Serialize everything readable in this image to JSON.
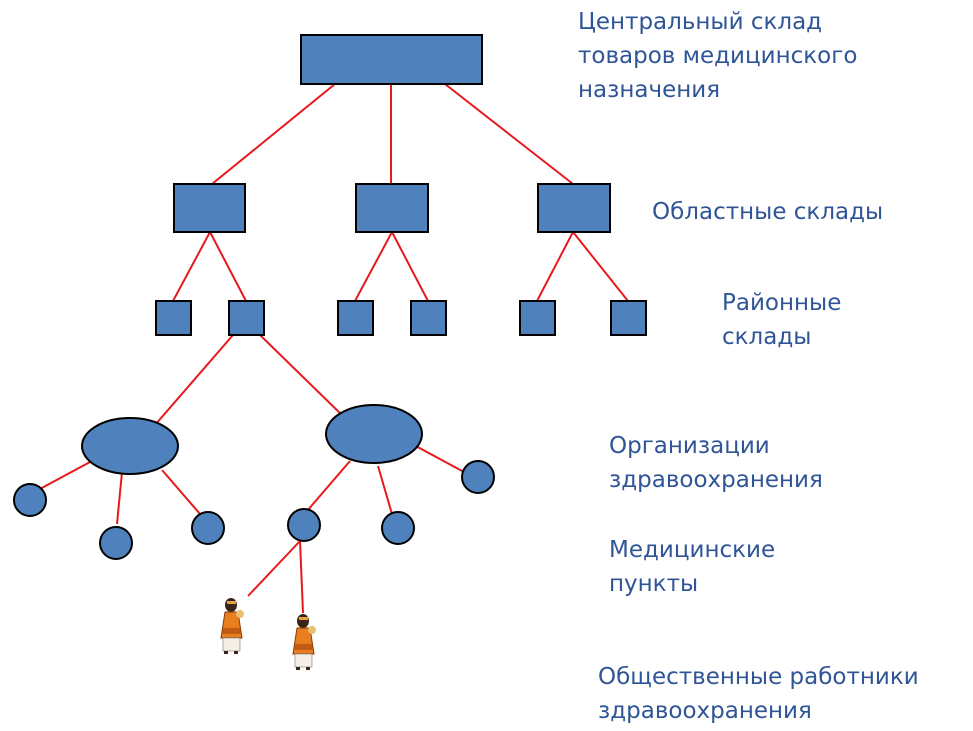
{
  "labels": {
    "central": "Центральный склад\nтоваров медицинского\nназначения",
    "regional": "Областные склады",
    "district": "Районные\nсклады",
    "health_orgs": "Организации\nздравоохранения",
    "medical_posts": "Медицинские\nпункты",
    "community_workers": "Общественные работники\nздравоохранения"
  },
  "colors": {
    "node_fill": "#4f81bd",
    "node_stroke": "#000000",
    "link": "#e8191c",
    "label_text": "#2f5597"
  }
}
